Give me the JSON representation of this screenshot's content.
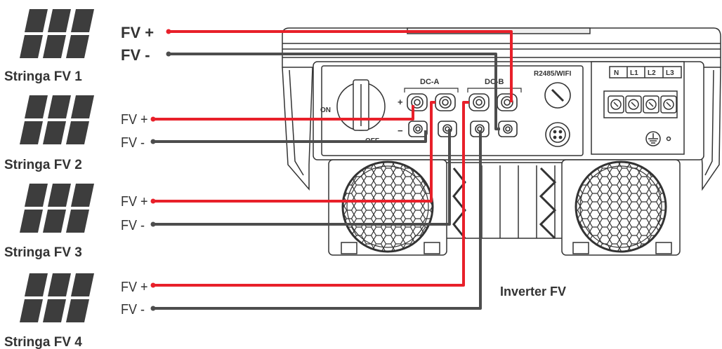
{
  "strings": [
    {
      "label": "Stringa FV 1",
      "pos_label": "FV +",
      "neg_label": "FV -"
    },
    {
      "label": "Stringa FV 2",
      "pos_label": "FV +",
      "neg_label": "FV -"
    },
    {
      "label": "Stringa FV 3",
      "pos_label": "FV +",
      "neg_label": "FV -"
    },
    {
      "label": "Stringa FV 4",
      "pos_label": "FV +",
      "neg_label": "FV -"
    }
  ],
  "inverter": {
    "label": "Inverter FV",
    "dc_a": "DC-A",
    "dc_b": "DC-B",
    "rs485": "R2485/WIFI",
    "switch_on": "ON",
    "switch_off": "OFF",
    "plus_sign": "+",
    "minus_sign": "−",
    "ac_terminals": [
      "N",
      "L1",
      "L2",
      "L3"
    ]
  },
  "colors": {
    "positive_wire": "#e8202a",
    "negative_wire": "#4d4d4d",
    "panel": "#3d3d3d",
    "outline": "#333333"
  }
}
